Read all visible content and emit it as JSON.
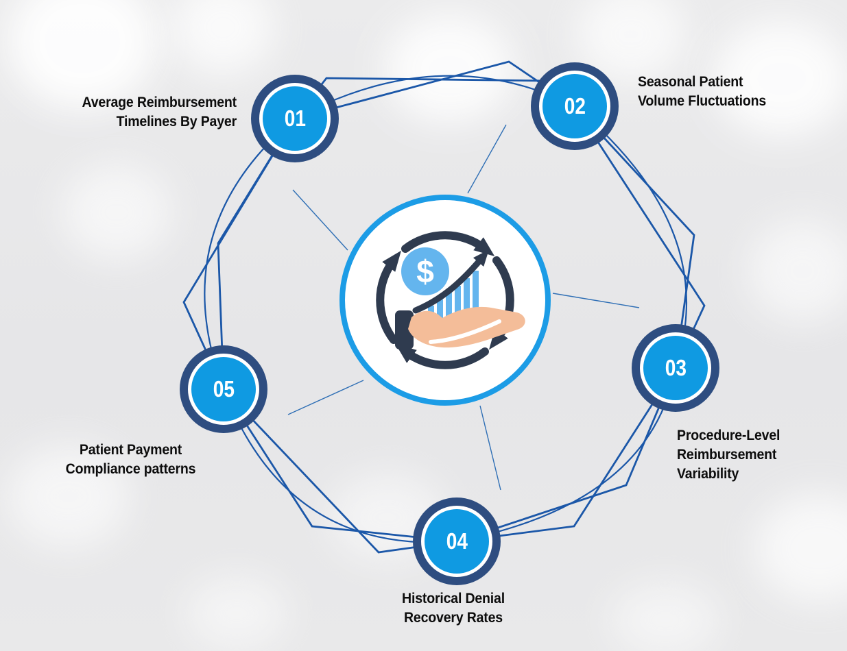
{
  "diagram": {
    "type": "cycle-infographic",
    "center_icon": {
      "name": "money-growth-cycle-icon",
      "dollar_sign": "$"
    },
    "nodes": [
      {
        "number": "01",
        "lines": [
          "Average Reimbursement",
          "Timelines By Payer"
        ]
      },
      {
        "number": "02",
        "lines": [
          "Seasonal Patient",
          "Volume Fluctuations"
        ]
      },
      {
        "number": "03",
        "lines": [
          "Procedure-Level",
          "Reimbursement",
          "Variability"
        ]
      },
      {
        "number": "04",
        "lines": [
          "Historical Denial",
          "Recovery Rates"
        ]
      },
      {
        "number": "05",
        "lines": [
          "Patient Payment",
          "Compliance patterns"
        ]
      }
    ],
    "colors": {
      "node_ring_navy": "#2e4d80",
      "node_fill_blue": "#0f9ae2",
      "connector_blue": "#1b57a8",
      "center_ring_blue": "#1c9ce6",
      "icon_dark": "#2f3b4f",
      "icon_light_blue": "#64b5ee",
      "hand_peach": "#f4bd99",
      "label_text": "#0d0d0d"
    }
  }
}
